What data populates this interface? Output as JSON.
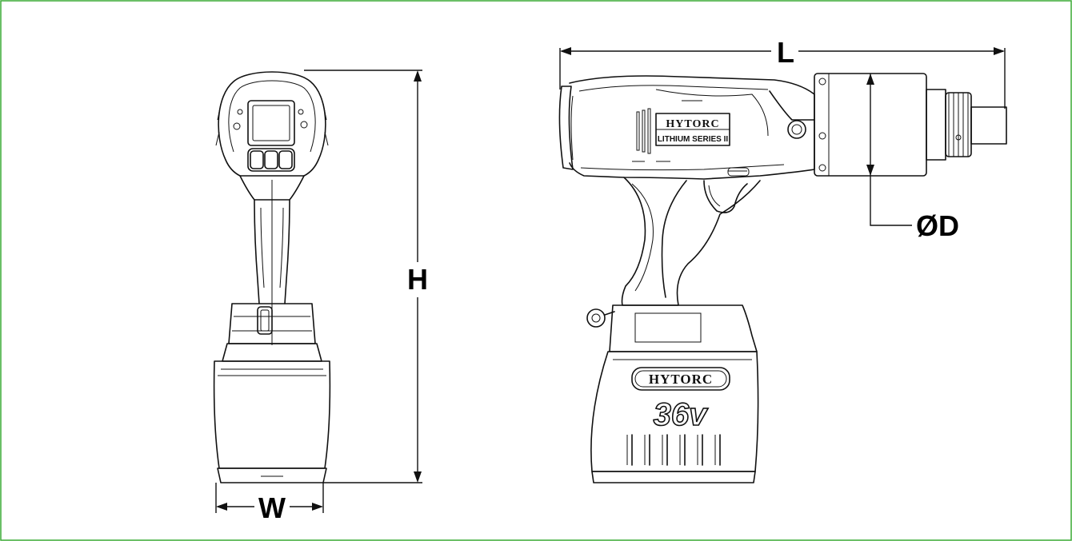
{
  "dimensions": {
    "height": "H",
    "width": "W",
    "length": "L",
    "diameter": "ØD"
  },
  "tool": {
    "brand": "HYTORC",
    "series": "LITHIUM SERIES II",
    "battery_brand": "HYTORC",
    "voltage": "36v"
  },
  "colors": {
    "frame": "#3aaa35",
    "line": "#111111"
  }
}
